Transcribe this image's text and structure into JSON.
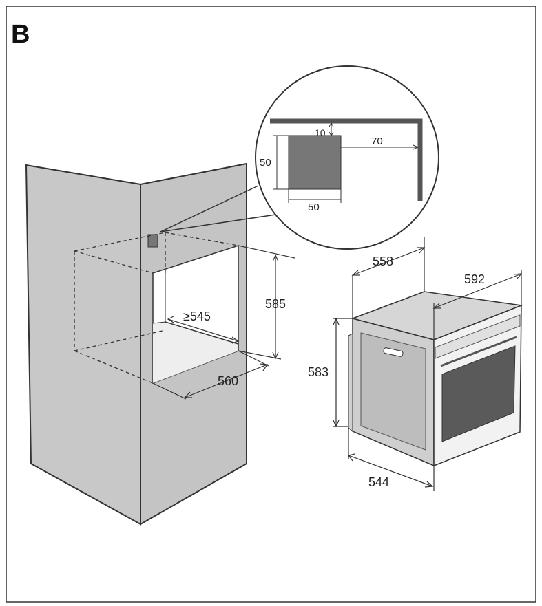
{
  "figure_label": "B",
  "colors": {
    "cabinet_front": "#c8c8c8",
    "cabinet_side": "#c4c4c4",
    "cabinet_top": "#d6d6d6",
    "vent": "#777777",
    "oven_body": "#cfcfcf",
    "oven_window": "#5a5a5a",
    "line": "#333333"
  },
  "detail": {
    "vent_height": "50",
    "vent_width": "50",
    "top_gap": "10",
    "side_gap": "70"
  },
  "niche": {
    "depth": "≥545",
    "height": "585",
    "width": "560"
  },
  "oven": {
    "depth_top": "558",
    "width": "592",
    "height": "583",
    "depth_bottom": "544"
  }
}
